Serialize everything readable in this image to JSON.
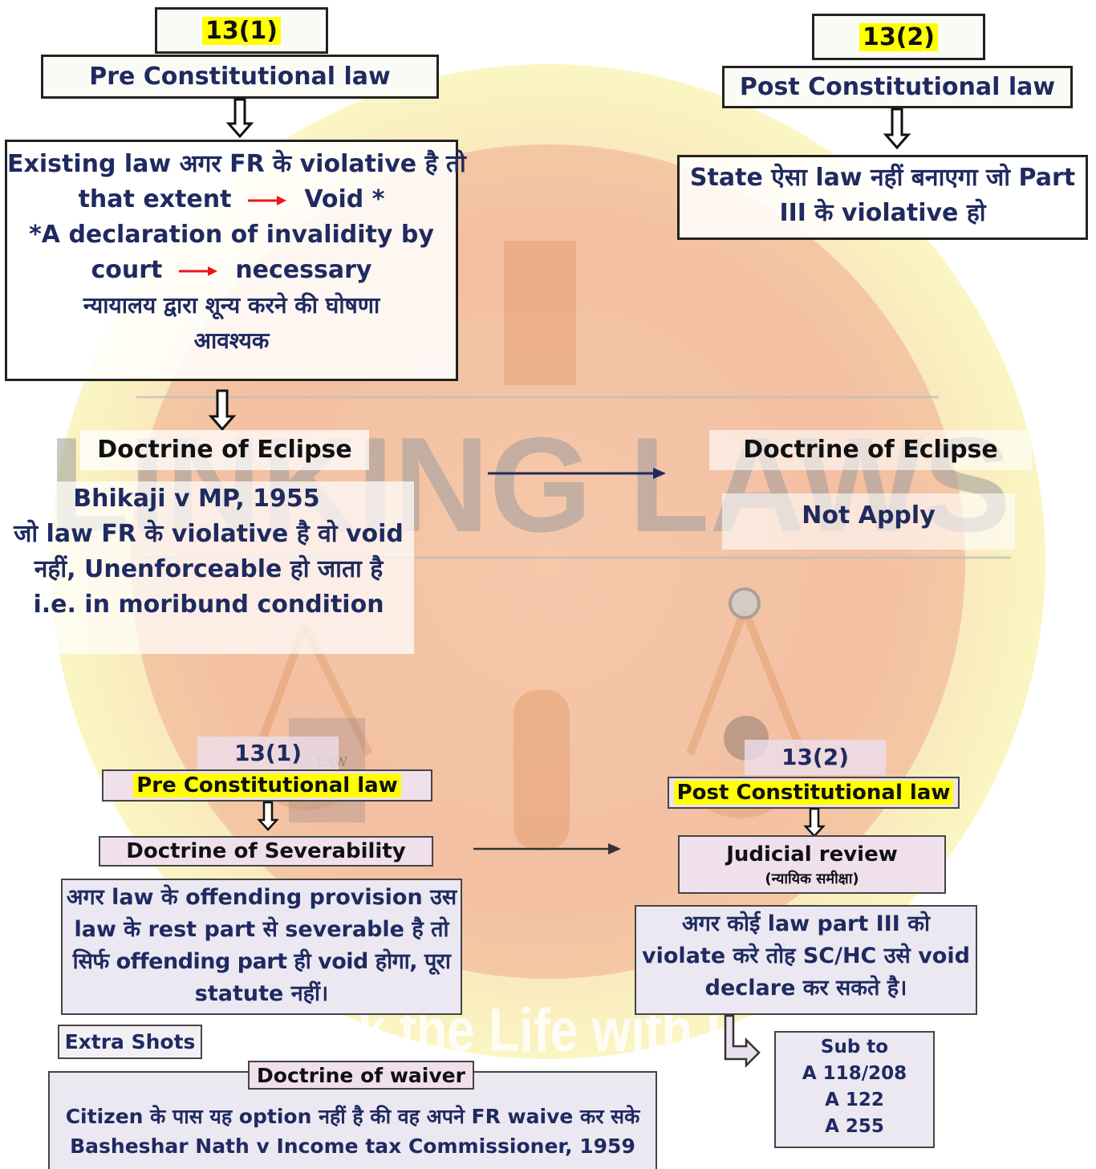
{
  "watermark": {
    "brand": "LINKING LAWS",
    "tagline": "Link the Life with Law",
    "book_label": "LAW"
  },
  "left_top": {
    "section_badge": "13(1)",
    "heading": "Pre Constitutional law",
    "desc_line1": "Existing law अगर FR के violative है तो",
    "desc_line2a": "that extent",
    "desc_line2b": "Void *",
    "desc_line3": "*A declaration of invalidity by",
    "desc_line4a": "court",
    "desc_line4b": "necessary",
    "desc_line5": "न्यायालय द्वारा शून्य करने की घोषणा",
    "desc_line6": "आवश्यक"
  },
  "right_top": {
    "section_badge": "13(2)",
    "heading": "Post Constitutional law",
    "desc_line1": "State ऐसा law नहीं बनाएगा जो Part",
    "desc_line2": "III के violative हो"
  },
  "eclipse": {
    "left_title": "Doctrine of Eclipse",
    "case": "Bhikaji v MP, 1955",
    "line1": "जो law FR के violative है वो void",
    "line2": "नहीं, Unenforceable हो जाता है",
    "line3": "i.e. in moribund condition",
    "right_title": "Doctrine of Eclipse",
    "right_status": "Not Apply"
  },
  "left_bottom": {
    "section_badge": "13(1)",
    "heading": "Pre Constitutional law",
    "doctrine": "Doctrine of Severability",
    "line1": "अगर law के offending provision उस",
    "line2": "law के rest part से severable है तो",
    "line3": "सिर्फ offending part ही void होगा, पूरा",
    "line4": "statute नहीं।"
  },
  "right_bottom": {
    "section_badge": "13(2)",
    "heading": "Post Constitutional law",
    "review_title": "Judicial review",
    "review_hindi": "(न्यायिक समीक्षा)",
    "line1": "अगर कोई law part III को",
    "line2": "violate करे तोह SC/HC उसे void",
    "line3": "declare कर सकते है।",
    "sub_label": "Sub to",
    "articles": [
      "A 118/208",
      "A 122",
      "A 255"
    ]
  },
  "extra": {
    "label": "Extra Shots",
    "doctrine": "Doctrine of waiver",
    "line1": "Citizen के पास यह option नहीं है की वह अपने FR waive कर सके",
    "case": "Basheshar Nath v Income tax Commissioner, 1959"
  },
  "colors": {
    "navy_text": "#1f2a60",
    "highlight": "#ffff00",
    "red_arrow": "#e8161a",
    "watermark_red": "#e36a56",
    "watermark_yellow": "#f4e65a"
  }
}
